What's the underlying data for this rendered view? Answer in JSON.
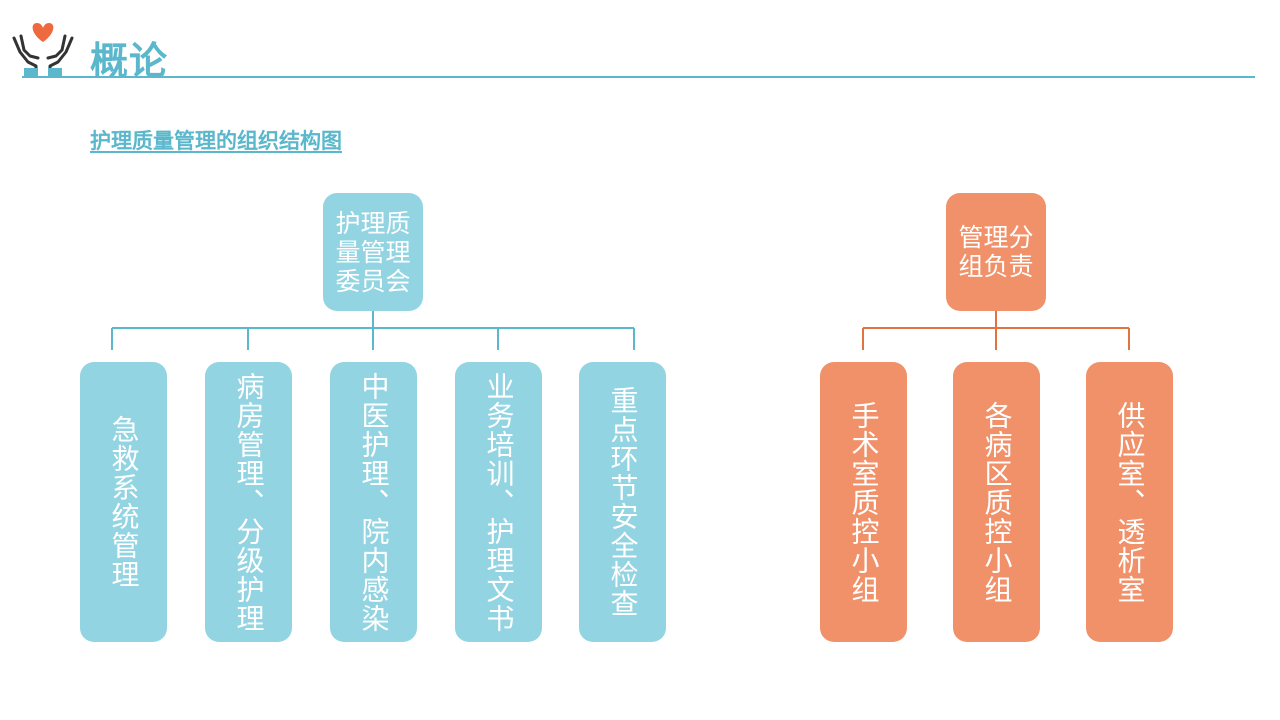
{
  "header": {
    "title": "概论",
    "logo_icon": "hands-holding-heart-icon"
  },
  "subtitle": "护理质量管理的组织结构图",
  "colors": {
    "accent": "#5ab7cc",
    "blue_box": "#92d4e1",
    "orange_box": "#f0916a",
    "orange_line": "#e0733f"
  },
  "left_tree": {
    "root": "护理质量管理委员会",
    "children": [
      "急救系统管理",
      "病房管理、分级护理",
      "中医护理、院内感染",
      "业务培训、护理文书",
      "重点环节安全检查"
    ]
  },
  "right_tree": {
    "root": "管理分组负责",
    "children": [
      "手术室质控小组",
      "各病区质控小组",
      "供应室、透析室"
    ]
  }
}
